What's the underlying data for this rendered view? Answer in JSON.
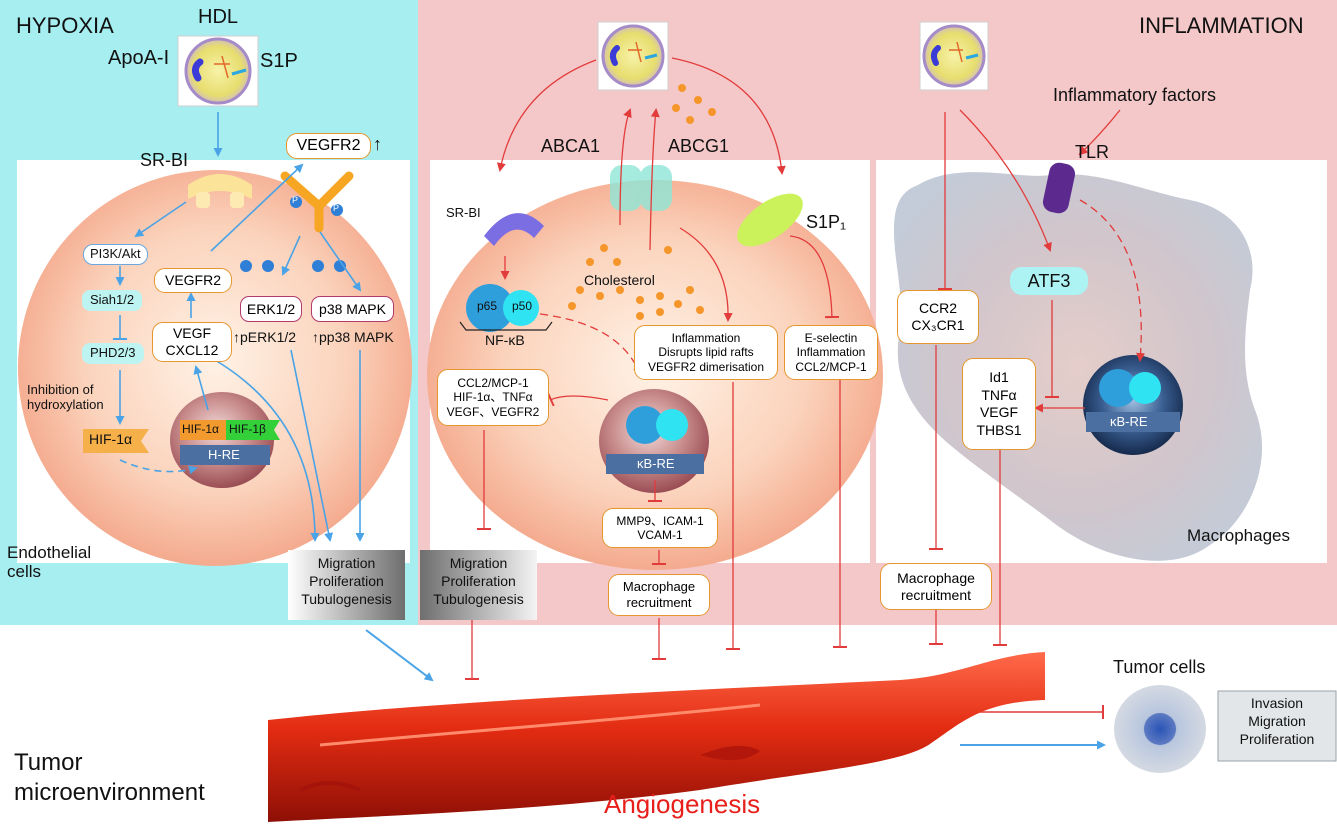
{
  "sections": {
    "hypoxia": "HYPOXIA",
    "inflammation": "INFLAMMATION",
    "endothelial_cells": [
      "Endothelial",
      "cells"
    ],
    "macrophages": "Macrophages",
    "tumor_microenvironment": [
      "Tumor",
      "microenvironment"
    ],
    "angiogenesis": "Angiogenesis",
    "tumor_cells": "Tumor cells"
  },
  "hdl": {
    "label": "HDL",
    "apoa1": "ApoA-I",
    "s1p": "S1P"
  },
  "hypoxia_panel": {
    "receptor": "SR-BI",
    "vegfr2_top": "VEGFR2",
    "up_arrow": "↑",
    "pi3k": "PI3K/Akt",
    "siah": "Siah1/2",
    "phd": "PHD2/3",
    "inhibition": [
      "Inhibition of",
      "hydroxylation"
    ],
    "hif1a": "HIF-1α",
    "vegfr2": "VEGFR2",
    "vegf_cxcl12": [
      "VEGF",
      "CXCL12"
    ],
    "erk": "ERK1/2",
    "p38": "p38 MAPK",
    "perk": "↑pERK1/2",
    "pp38": "↑pp38 MAPK",
    "hif_complex": [
      "HIF-1α",
      "HIF-1β"
    ],
    "hre": "H-RE",
    "phospho": "P",
    "outcome": [
      "Migration",
      "Proliferation",
      "Tubulogenesis"
    ]
  },
  "middle_panel": {
    "abca1": "ABCA1",
    "abcg1": "ABCG1",
    "s1p1": "S1P₁",
    "srbi": "SR-BI",
    "cholesterol": "Cholesterol",
    "p65": "p65",
    "p50": "p50",
    "nfkb": "NF-κB",
    "lipid_box": [
      "Inflammation",
      "Disrupts lipid rafts",
      "VEGFR2 dimerisation"
    ],
    "eselectin_box": [
      "E-selectin",
      "Inflammation",
      "CCL2/MCP-1"
    ],
    "ccl2_box": [
      "CCL2/MCP-1",
      "HIF-1α、TNFα",
      "VEGF、VEGFR2"
    ],
    "kbre": "κB-RE",
    "mmp_box": [
      "MMP9、ICAM-1",
      "VCAM-1"
    ],
    "recruit_box": [
      "Macrophage",
      "recruitment"
    ],
    "outcome": [
      "Migration",
      "Proliferation",
      "Tubulogenesis"
    ]
  },
  "macrophage_panel": {
    "inflammatory_factors": "Inflammatory factors",
    "tlr": "TLR",
    "atf3": "ATF3",
    "ccr2_box": [
      "CCR2",
      "CX₃CR1"
    ],
    "id1_box": [
      "Id1",
      "TNFα",
      "VEGF",
      "THBS1"
    ],
    "kbre": "κB-RE",
    "recruit_box": [
      "Macrophage",
      "recruitment"
    ]
  },
  "tumor_outcome": [
    "Invasion",
    "Migration",
    "Proliferation"
  ],
  "colors": {
    "hypoxia_bg": "#a7eef0",
    "inflammation_bg": "#f4c8c9",
    "blue_arrow": "#4aa3e6",
    "red_arrow": "#e23b3b",
    "box_border": "#e6962e",
    "angiogenesis": "#e8201c"
  }
}
